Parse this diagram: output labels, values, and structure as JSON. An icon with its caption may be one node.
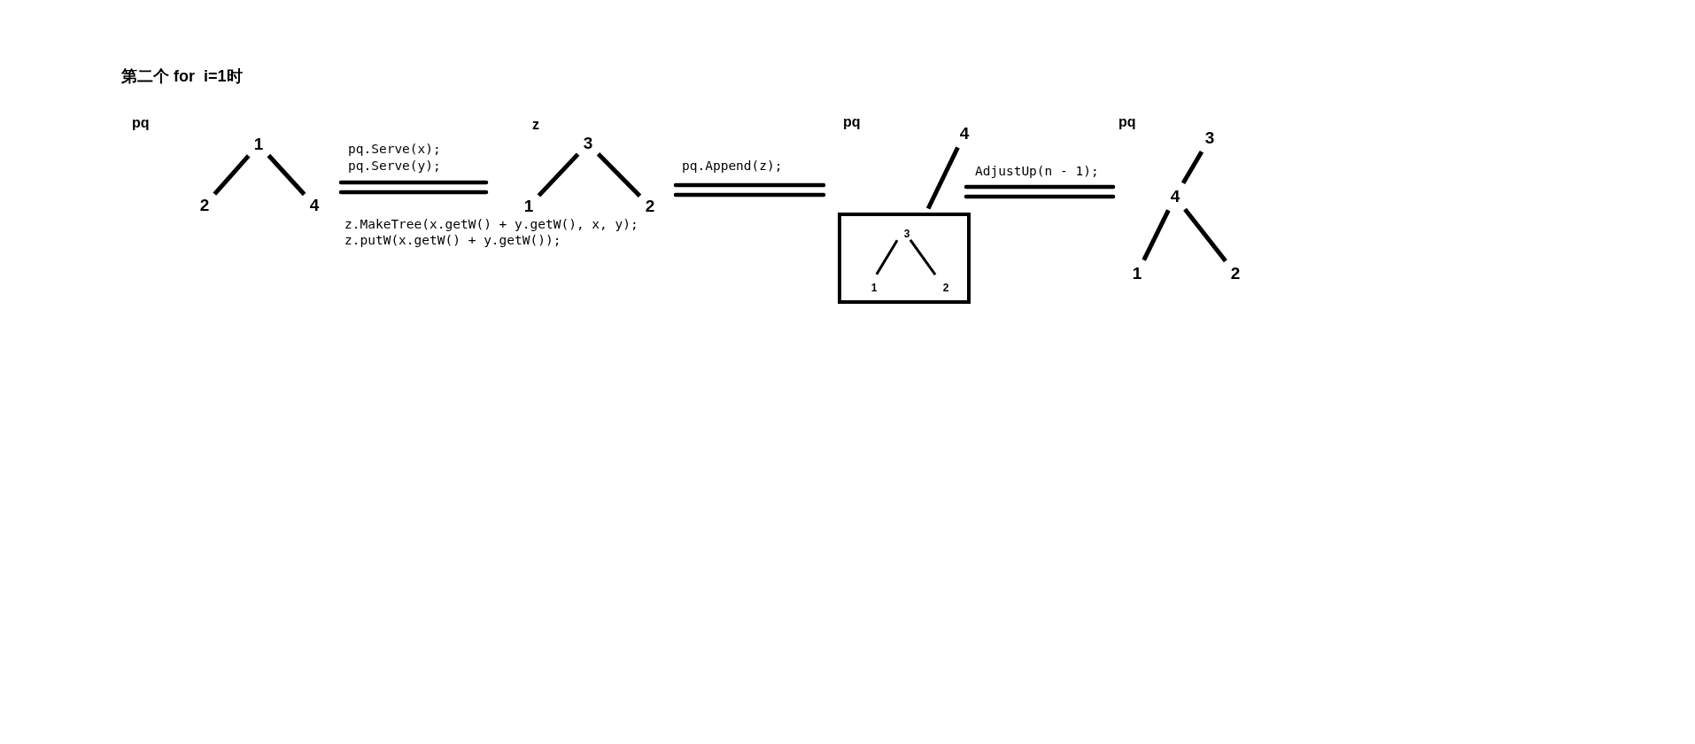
{
  "diagram": {
    "title": "第二个 for  i=1时",
    "nodes": [
      {
        "text": [
          "1"
        ]
      },
      {
        "text": [
          "2"
        ]
      },
      {
        "text": [
          "4"
        ]
      },
      {
        "text": [
          "3"
        ]
      },
      {
        "text": [
          "1"
        ]
      },
      {
        "text": [
          "2"
        ]
      },
      {
        "text": [
          "4"
        ]
      },
      {
        "text": [],
        "shape": "box"
      },
      {
        "text": [
          "3"
        ],
        "in": 7
      },
      {
        "text": [
          "1"
        ],
        "in": 7
      },
      {
        "text": [
          "2"
        ],
        "in": 7
      },
      {
        "text": [
          "3"
        ]
      },
      {
        "text": [
          "4"
        ]
      },
      {
        "text": [
          "1"
        ]
      },
      {
        "text": [
          "2"
        ]
      }
    ],
    "edges": [
      {
        "from": 0,
        "to": 1,
        "arrow": "none"
      },
      {
        "from": 0,
        "to": 2,
        "arrow": "none"
      },
      {
        "from": 3,
        "to": 4,
        "arrow": "none"
      },
      {
        "from": 3,
        "to": 5,
        "arrow": "none"
      },
      {
        "from": 6,
        "to": 7,
        "arrow": "none"
      },
      {
        "from": 8,
        "to": 9,
        "arrow": "none"
      },
      {
        "from": 8,
        "to": 10,
        "arrow": "none"
      },
      {
        "from": 11,
        "to": 12,
        "arrow": "none"
      },
      {
        "from": 12,
        "to": 13,
        "arrow": "none"
      },
      {
        "from": 12,
        "to": 14,
        "arrow": "none"
      }
    ],
    "labels": [
      "pq",
      "pq.Serve(x);",
      "pq.Serve(y);",
      "z.MakeTree(x.getW() + y.getW(), x, y);",
      "z.putW(x.getW() + y.getW());",
      "z",
      "pq.Append(z);",
      "pq",
      "AdjustUp(n - 1);",
      "pq"
    ]
  }
}
